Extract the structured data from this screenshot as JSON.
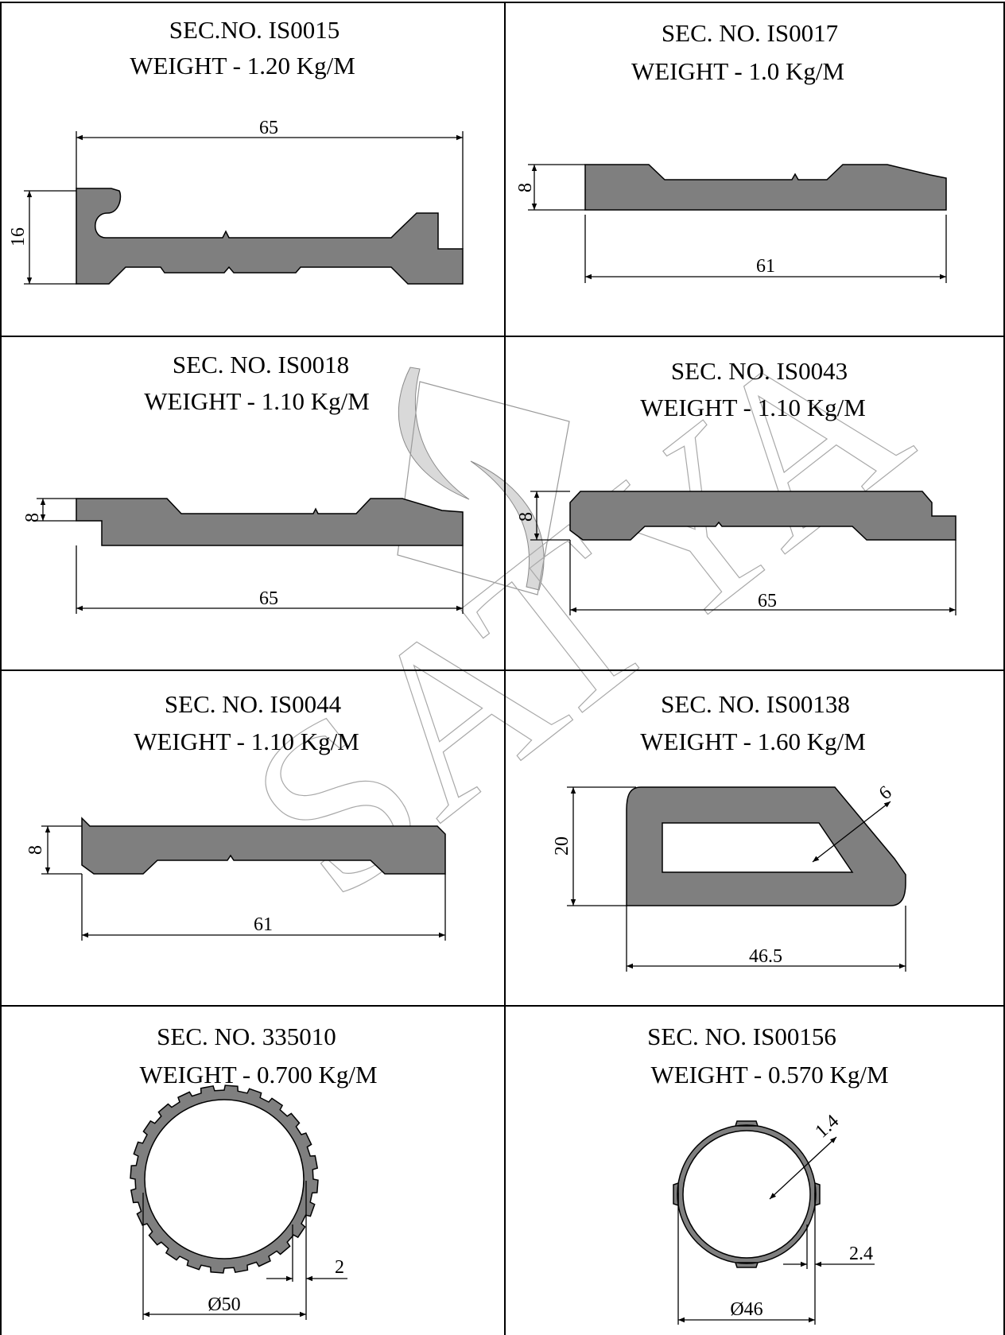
{
  "sections": [
    {
      "id": "is0015",
      "sec": "SEC.NO. IS0015",
      "weight": "WEIGHT - 1.20 Kg/M",
      "dims": {
        "width": "65",
        "height": "16"
      }
    },
    {
      "id": "is0017",
      "sec": "SEC. NO. IS0017",
      "weight": "WEIGHT - 1.0 Kg/M",
      "dims": {
        "width": "61",
        "height": "8"
      }
    },
    {
      "id": "is0018",
      "sec": "SEC. NO. IS0018",
      "weight": "WEIGHT - 1.10 Kg/M",
      "dims": {
        "width": "65",
        "height": "8"
      }
    },
    {
      "id": "is0043",
      "sec": "SEC. NO. IS0043",
      "weight": "WEIGHT - 1.10 Kg/M",
      "dims": {
        "width": "65",
        "height": "8"
      }
    },
    {
      "id": "is0044",
      "sec": "SEC. NO. IS0044",
      "weight": "WEIGHT - 1.10 Kg/M",
      "dims": {
        "width": "61",
        "height": "8"
      }
    },
    {
      "id": "is00138",
      "sec": "SEC. NO. IS00138",
      "weight": "WEIGHT - 1.60 Kg/M",
      "dims": {
        "width": "46.5",
        "height": "20",
        "wall": "6"
      }
    },
    {
      "id": "s335010",
      "sec": "SEC. NO. 335010",
      "weight": "WEIGHT - 0.700 Kg/M",
      "dims": {
        "diameter": "Ø50",
        "wall": "2"
      }
    },
    {
      "id": "is00156",
      "sec": "SEC. NO. IS00156",
      "weight": "WEIGHT - 0.570 Kg/M",
      "dims": {
        "diameter": "Ø46",
        "wall": "1.4",
        "rib": "2.4"
      }
    }
  ],
  "watermark": {
    "text": "SATYA"
  },
  "colors": {
    "profile": "#7f7f7f",
    "line": "#000000",
    "background": "#ffffff",
    "watermark": "#a8a8a8"
  }
}
